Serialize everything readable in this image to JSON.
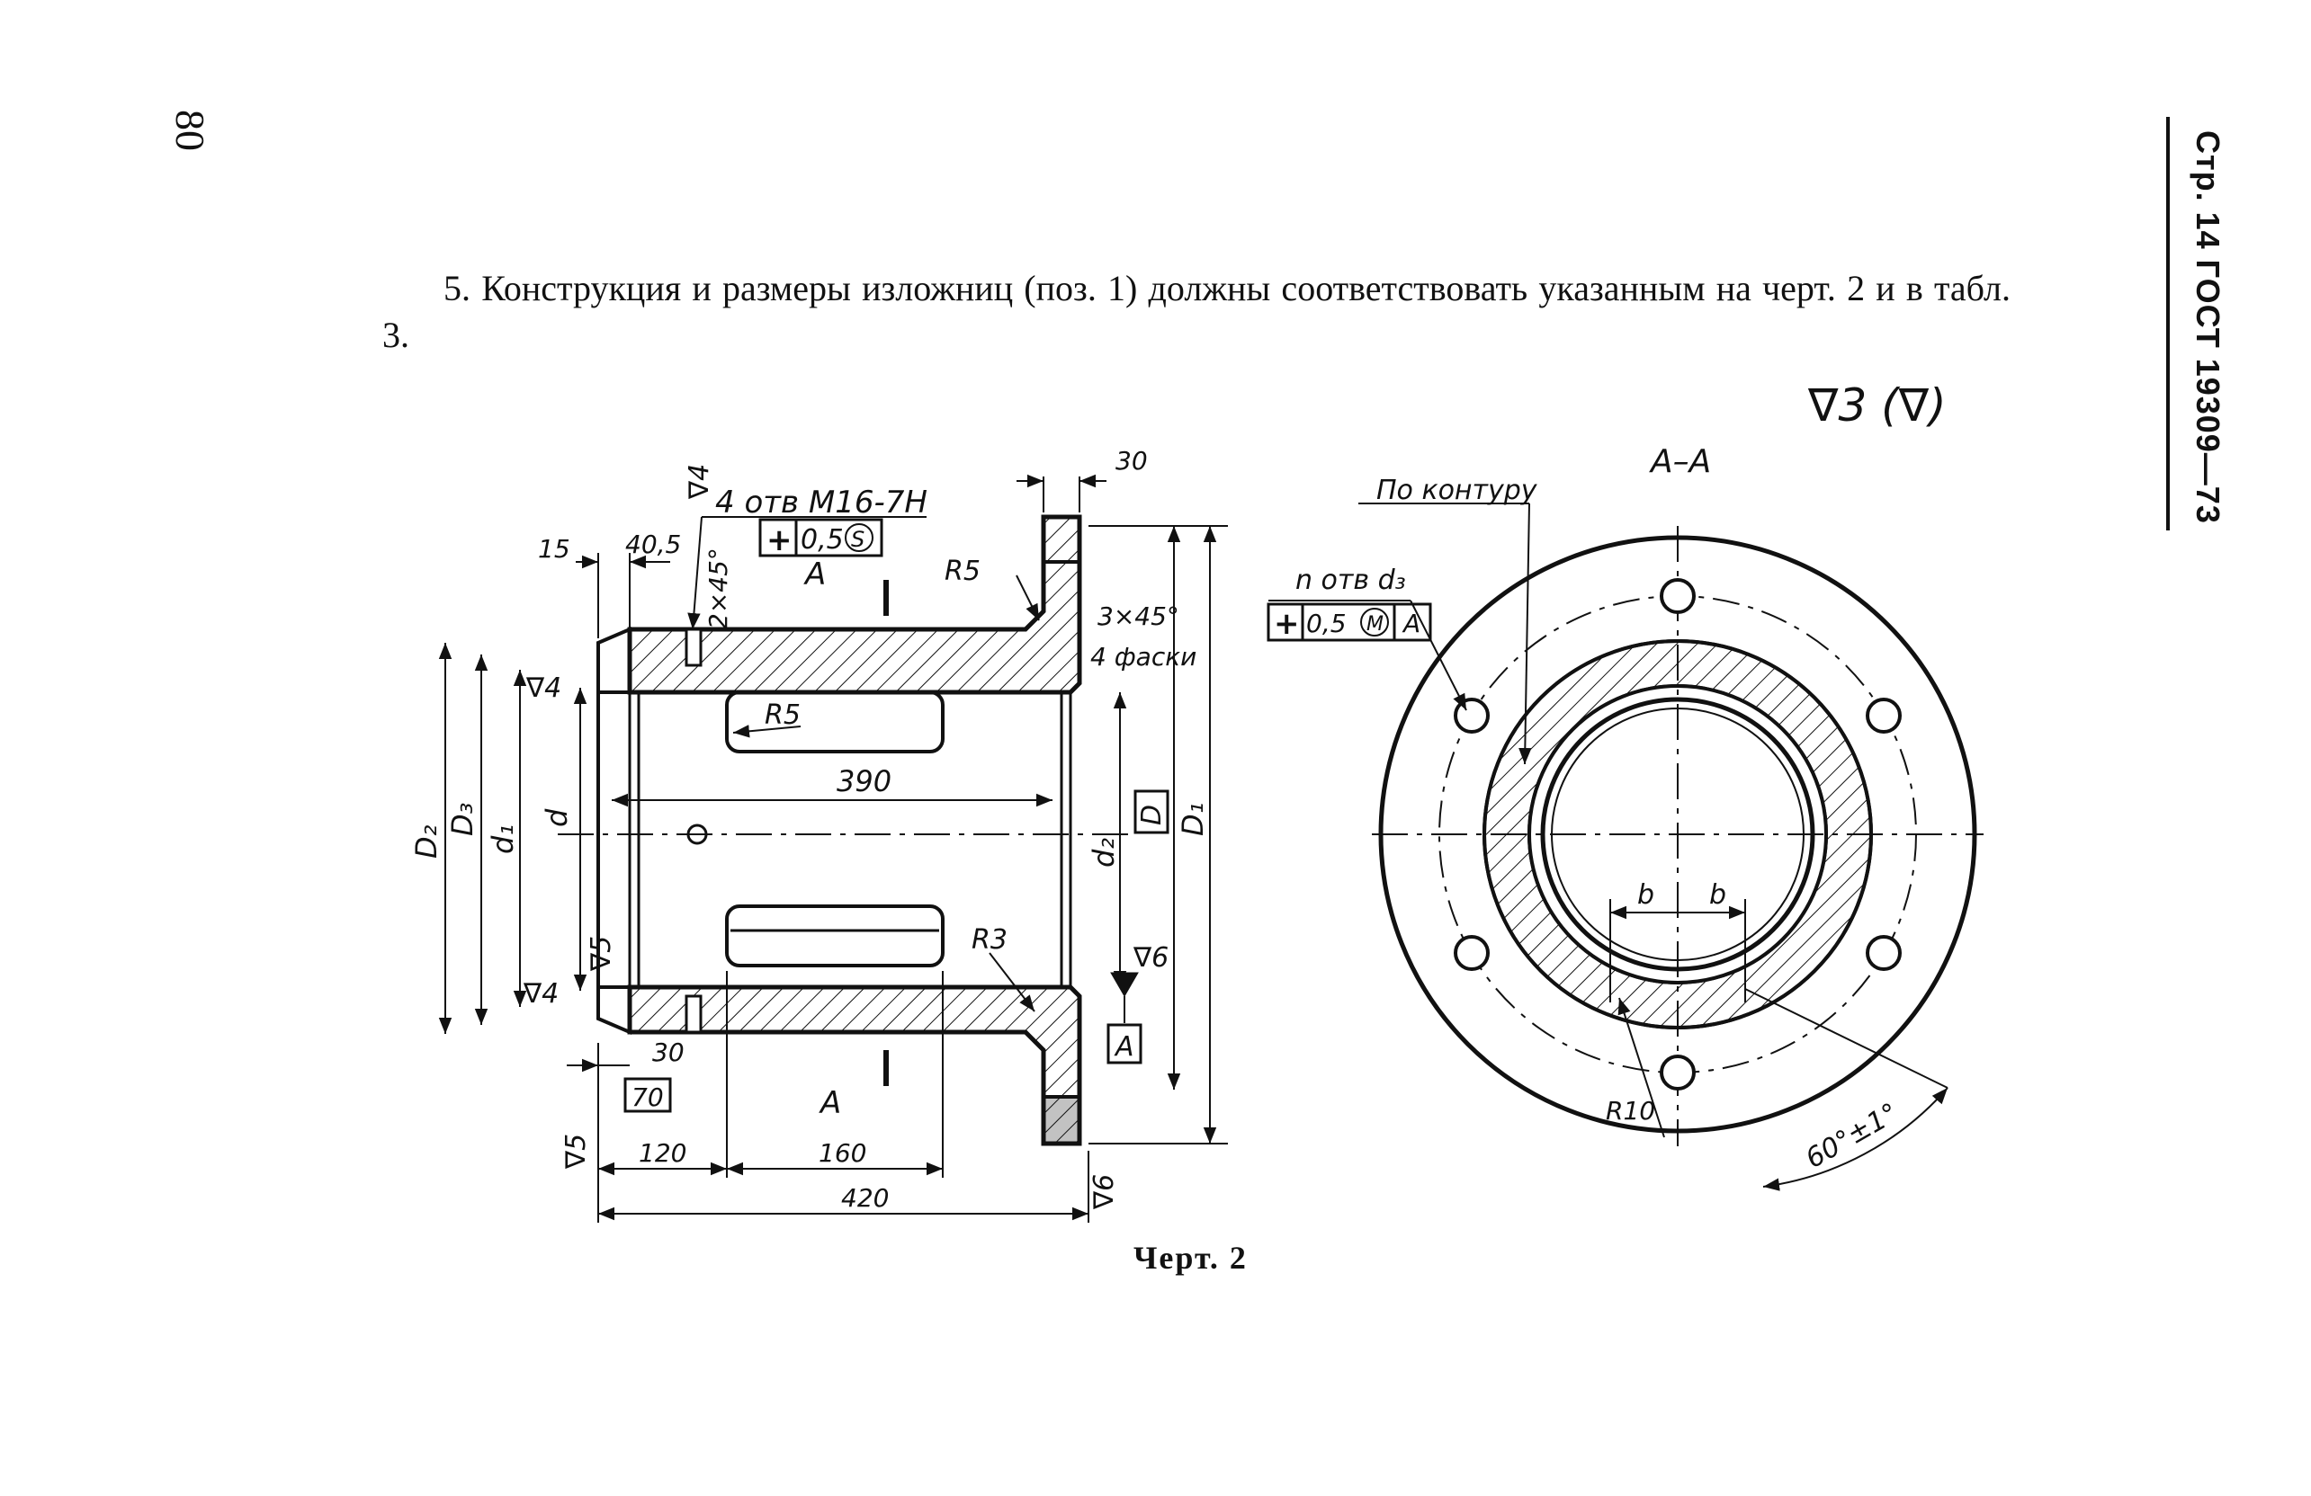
{
  "page": {
    "page_number": "80",
    "running_head": "Стр. 14 ГОСТ 19309—73"
  },
  "text": {
    "item_number": "5.",
    "paragraph": "Конструкция и размеры изложниц (поз. 1) должны соответствовать указанным на черт. 2 и в табл. 3."
  },
  "drawing": {
    "roughness_general": "∇3 (∇)",
    "left_view": {
      "thread_note": "4 отв М16-7H",
      "thread_tolerance": [
        "+",
        "0,5",
        "S"
      ],
      "section_mark": "A",
      "chamfer_small": "2×45°",
      "chamfer_flange": "3×45°",
      "chamfer_count": "4 фаски",
      "radius_fillet": "R5",
      "radius_window": "R5",
      "radius_inner": "R3",
      "dim_15": "15",
      "dim_40_5": "40,5",
      "dim_30_top": "30",
      "dim_30_bottom": "30",
      "dim_390": "390",
      "dim_70": "70",
      "dim_120": "120",
      "dim_160": "160",
      "dim_420": "420",
      "dia_D2": "D₂",
      "dia_D3": "D₃",
      "dia_d1": "d₁",
      "dia_d": "d",
      "dia_d2": "d₂",
      "dia_D": "D",
      "dia_D1": "D₁",
      "datum": "A",
      "roughness_4_top": "∇4",
      "roughness_4_left": "∇4",
      "roughness_4_low": "∇4",
      "roughness_5_inner": "∇5",
      "roughness_5_edge": "∇5",
      "roughness_6_face": "∇6",
      "roughness_6_bottom": "∇6"
    },
    "right_view": {
      "section_title": "A–A",
      "contour_note": "По контуру",
      "holes_note": "n отв d₃",
      "holes_tolerance": [
        "+",
        "0,5",
        "M",
        "A"
      ],
      "dim_b_left": "b",
      "dim_b_right": "b",
      "radius": "R10",
      "angle": "60°±1°"
    }
  },
  "caption": "Черт. 2"
}
